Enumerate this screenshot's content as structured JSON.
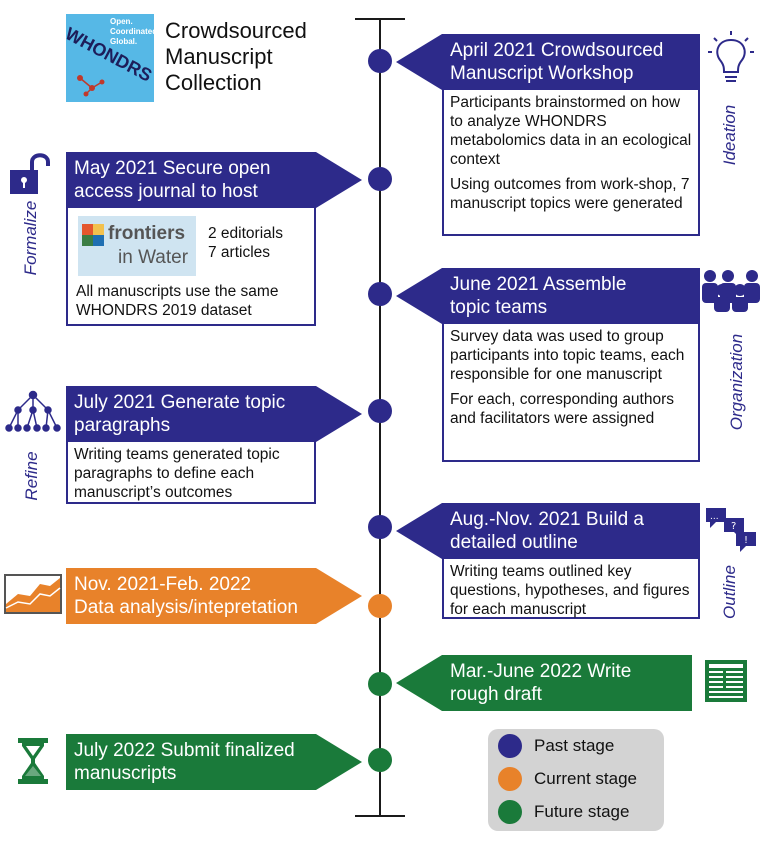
{
  "header": {
    "title_lines": [
      "Crowdsourced",
      "Manuscript",
      "Collection"
    ],
    "logo_tagline": [
      "Open.",
      "Coordinated.",
      "Global."
    ],
    "logo_word": "WHONDRS"
  },
  "colors": {
    "past": "#2d2a8a",
    "current": "#e8822a",
    "future": "#1a7a3a",
    "legend_bg": "#d3d3d3"
  },
  "steps": [
    {
      "side": "right",
      "status": "past",
      "title": [
        "April 2021 Crowdsourced",
        "Manuscript Workshop"
      ],
      "paragraphs": [
        "Participants brainstormed on how to analyze WHONDRS metabolomics data in an ecological context",
        "Using outcomes from work-shop, 7 manuscript topics were generated"
      ],
      "label": "Ideation",
      "icon": "lightbulb-icon"
    },
    {
      "side": "left",
      "status": "past",
      "title": [
        "May 2021 Secure open",
        "access journal to host"
      ],
      "journal": {
        "name_top": "frontiers",
        "name_bottom": "in Water",
        "counts": [
          "2 editorials",
          "7 articles"
        ]
      },
      "paragraphs": [
        "All manuscripts use the same WHONDRS 2019 dataset"
      ],
      "label": "Formalize",
      "icon": "open-lock-icon"
    },
    {
      "side": "right",
      "status": "past",
      "title": [
        "June 2021 Assemble",
        "topic teams"
      ],
      "paragraphs": [
        "Survey data was used to group participants into topic teams, each responsible for one manuscript",
        "For each, corresponding authors and facilitators were assigned"
      ],
      "label": "Organization",
      "icon": "people-icon"
    },
    {
      "side": "left",
      "status": "past",
      "title": [
        "July 2021 Generate topic",
        "paragraphs"
      ],
      "paragraphs": [
        "Writing teams generated topic paragraphs to define each manuscript’s outcomes"
      ],
      "label": "Refine",
      "icon": "tree-icon"
    },
    {
      "side": "right",
      "status": "past",
      "title": [
        "Aug.-Nov. 2021 Build a",
        "detailed outline"
      ],
      "paragraphs": [
        "Writing teams outlined key questions, hypotheses, and figures for each manuscript"
      ],
      "label": "Outline",
      "icon": "speech-bubbles-icon"
    },
    {
      "side": "left",
      "status": "current",
      "title": [
        "Nov. 2021-Feb. 2022",
        "Data analysis/intepretation"
      ],
      "icon": "area-chart-icon"
    },
    {
      "side": "right",
      "status": "future",
      "title": [
        "Mar.-June 2022 Write",
        "rough draft"
      ],
      "icon": "document-icon"
    },
    {
      "side": "left",
      "status": "future",
      "title": [
        "July 2022 Submit finalized",
        "manuscripts"
      ],
      "icon": "hourglass-icon"
    }
  ],
  "legend": [
    {
      "label": "Past stage",
      "status": "past"
    },
    {
      "label": "Current stage",
      "status": "current"
    },
    {
      "label": "Future stage",
      "status": "future"
    }
  ]
}
